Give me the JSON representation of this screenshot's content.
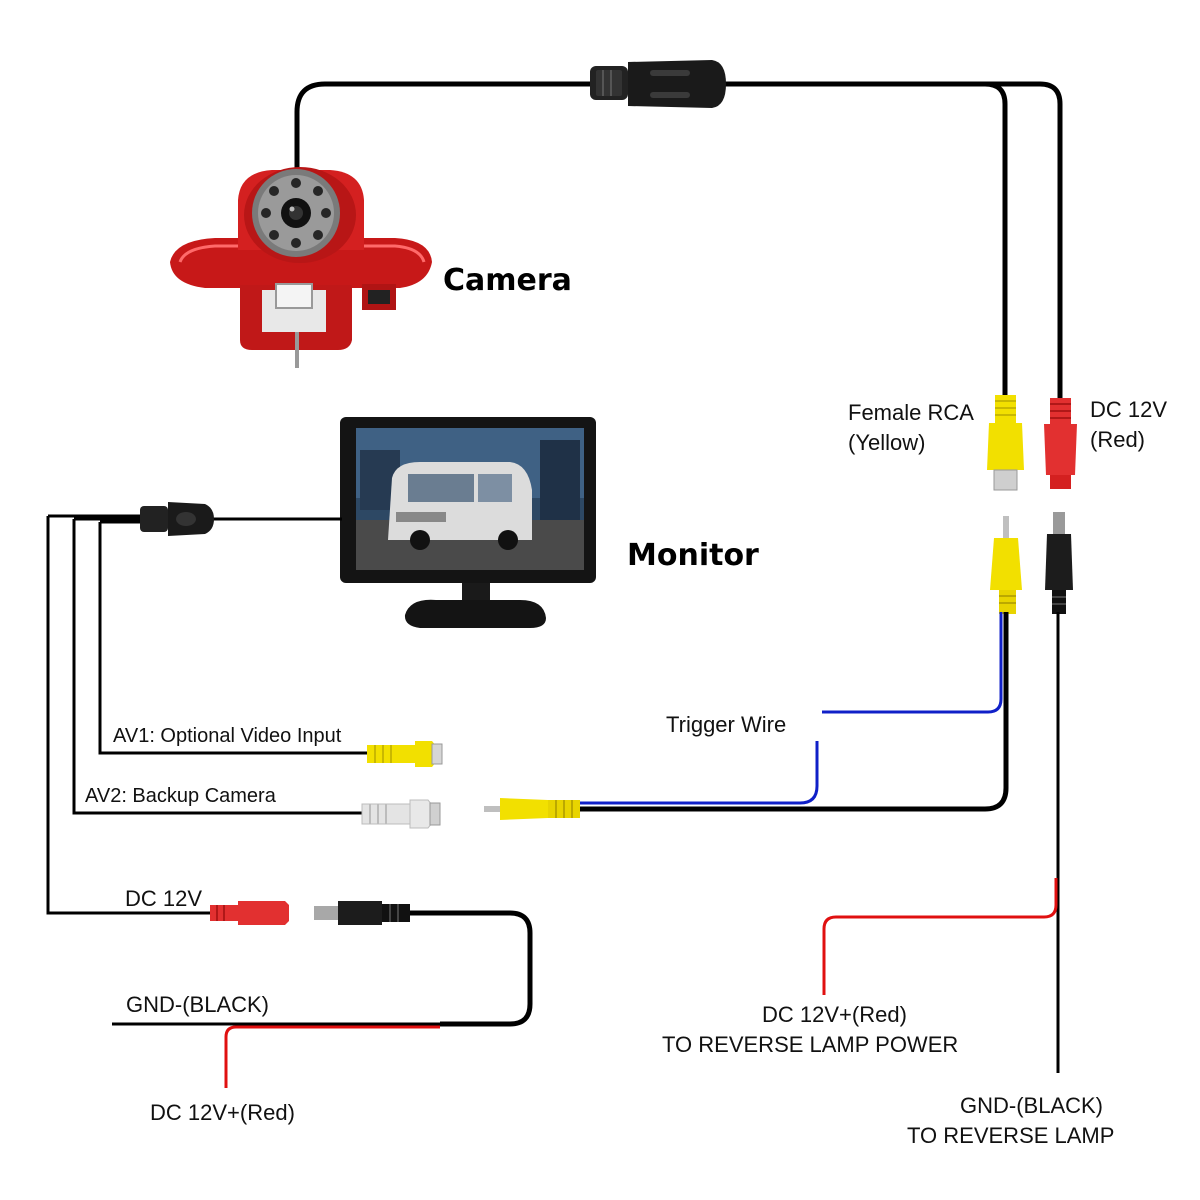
{
  "labels": {
    "camera": "Camera",
    "monitor": "Monitor",
    "female_rca": [
      "Female RCA",
      "(Yellow)"
    ],
    "dc12v_camera": [
      "DC 12V",
      "(Red)"
    ],
    "trigger_wire": "Trigger Wire",
    "av1": "AV1: Optional Video Input",
    "av2": "AV2: Backup Camera",
    "dc12v_monitor": "DC 12V",
    "gnd_left": "GND-(BLACK)",
    "dc12v_plus_left": "DC 12V+(Red)",
    "dc12v_plus_right": [
      "DC 12V+(Red)",
      "TO REVERSE LAMP POWER"
    ],
    "gnd_right": [
      "GND-(BLACK)",
      "TO REVERSE LAMP"
    ]
  },
  "colors": {
    "wire_black": "#000000",
    "wire_red": "#e01010",
    "wire_blue": "#1020c8",
    "camera_body": "#d42020",
    "rca_yellow": "#f2e000",
    "rca_white": "#e4e4e4",
    "connector_red": "#e23030"
  }
}
